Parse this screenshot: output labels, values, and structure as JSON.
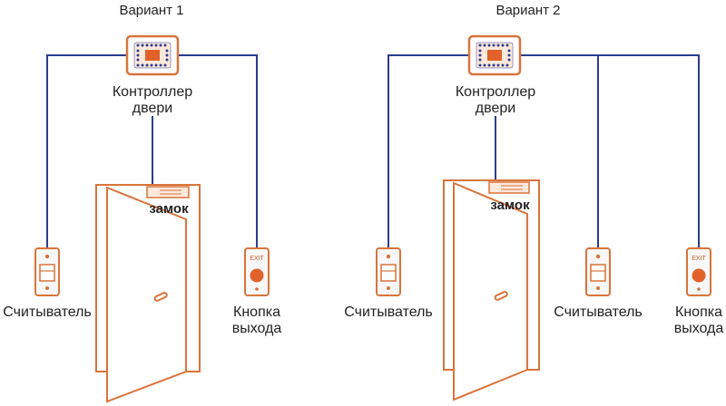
{
  "variant1": {
    "title": "Вариант 1",
    "controller_line1": "Контроллер",
    "controller_line2": "двери",
    "lock": "замок",
    "reader": "Считыватель",
    "button_line1": "Кнопка",
    "button_line2": "выхода",
    "exit": "EXIT"
  },
  "variant2": {
    "title": "Вариант 2",
    "controller_line1": "Контроллер",
    "controller_line2": "двери",
    "lock": "замок",
    "reader_left": "Считыватель",
    "reader_right": "Считыватель",
    "button_line1": "Кнопка",
    "button_line2": "выхода",
    "exit": "EXIT"
  },
  "colors": {
    "wire": "#2b3d8f",
    "device": "#d9743a",
    "device_fill": "#f5f5f5"
  }
}
